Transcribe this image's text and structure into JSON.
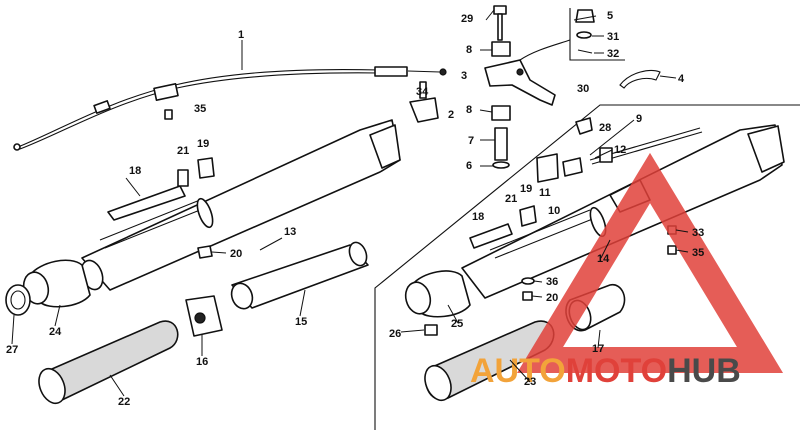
{
  "diagram": {
    "callouts": [
      "1",
      "2",
      "3",
      "4",
      "5",
      "6",
      "7",
      "8",
      "8",
      "9",
      "10",
      "11",
      "12",
      "13",
      "14",
      "15",
      "16",
      "17",
      "18",
      "18",
      "19",
      "19",
      "20",
      "20",
      "21",
      "21",
      "22",
      "23",
      "24",
      "25",
      "26",
      "27",
      "28",
      "29",
      "30",
      "31",
      "32",
      "33",
      "34",
      "35",
      "35",
      "36"
    ]
  },
  "watermark": {
    "brand_part1": "AUTO",
    "brand_part2": "MOTO",
    "brand_part3": "HUB",
    "color_red": "#e0413a",
    "color_orange": "#f2a33a",
    "color_dark": "#4a4a4a"
  }
}
